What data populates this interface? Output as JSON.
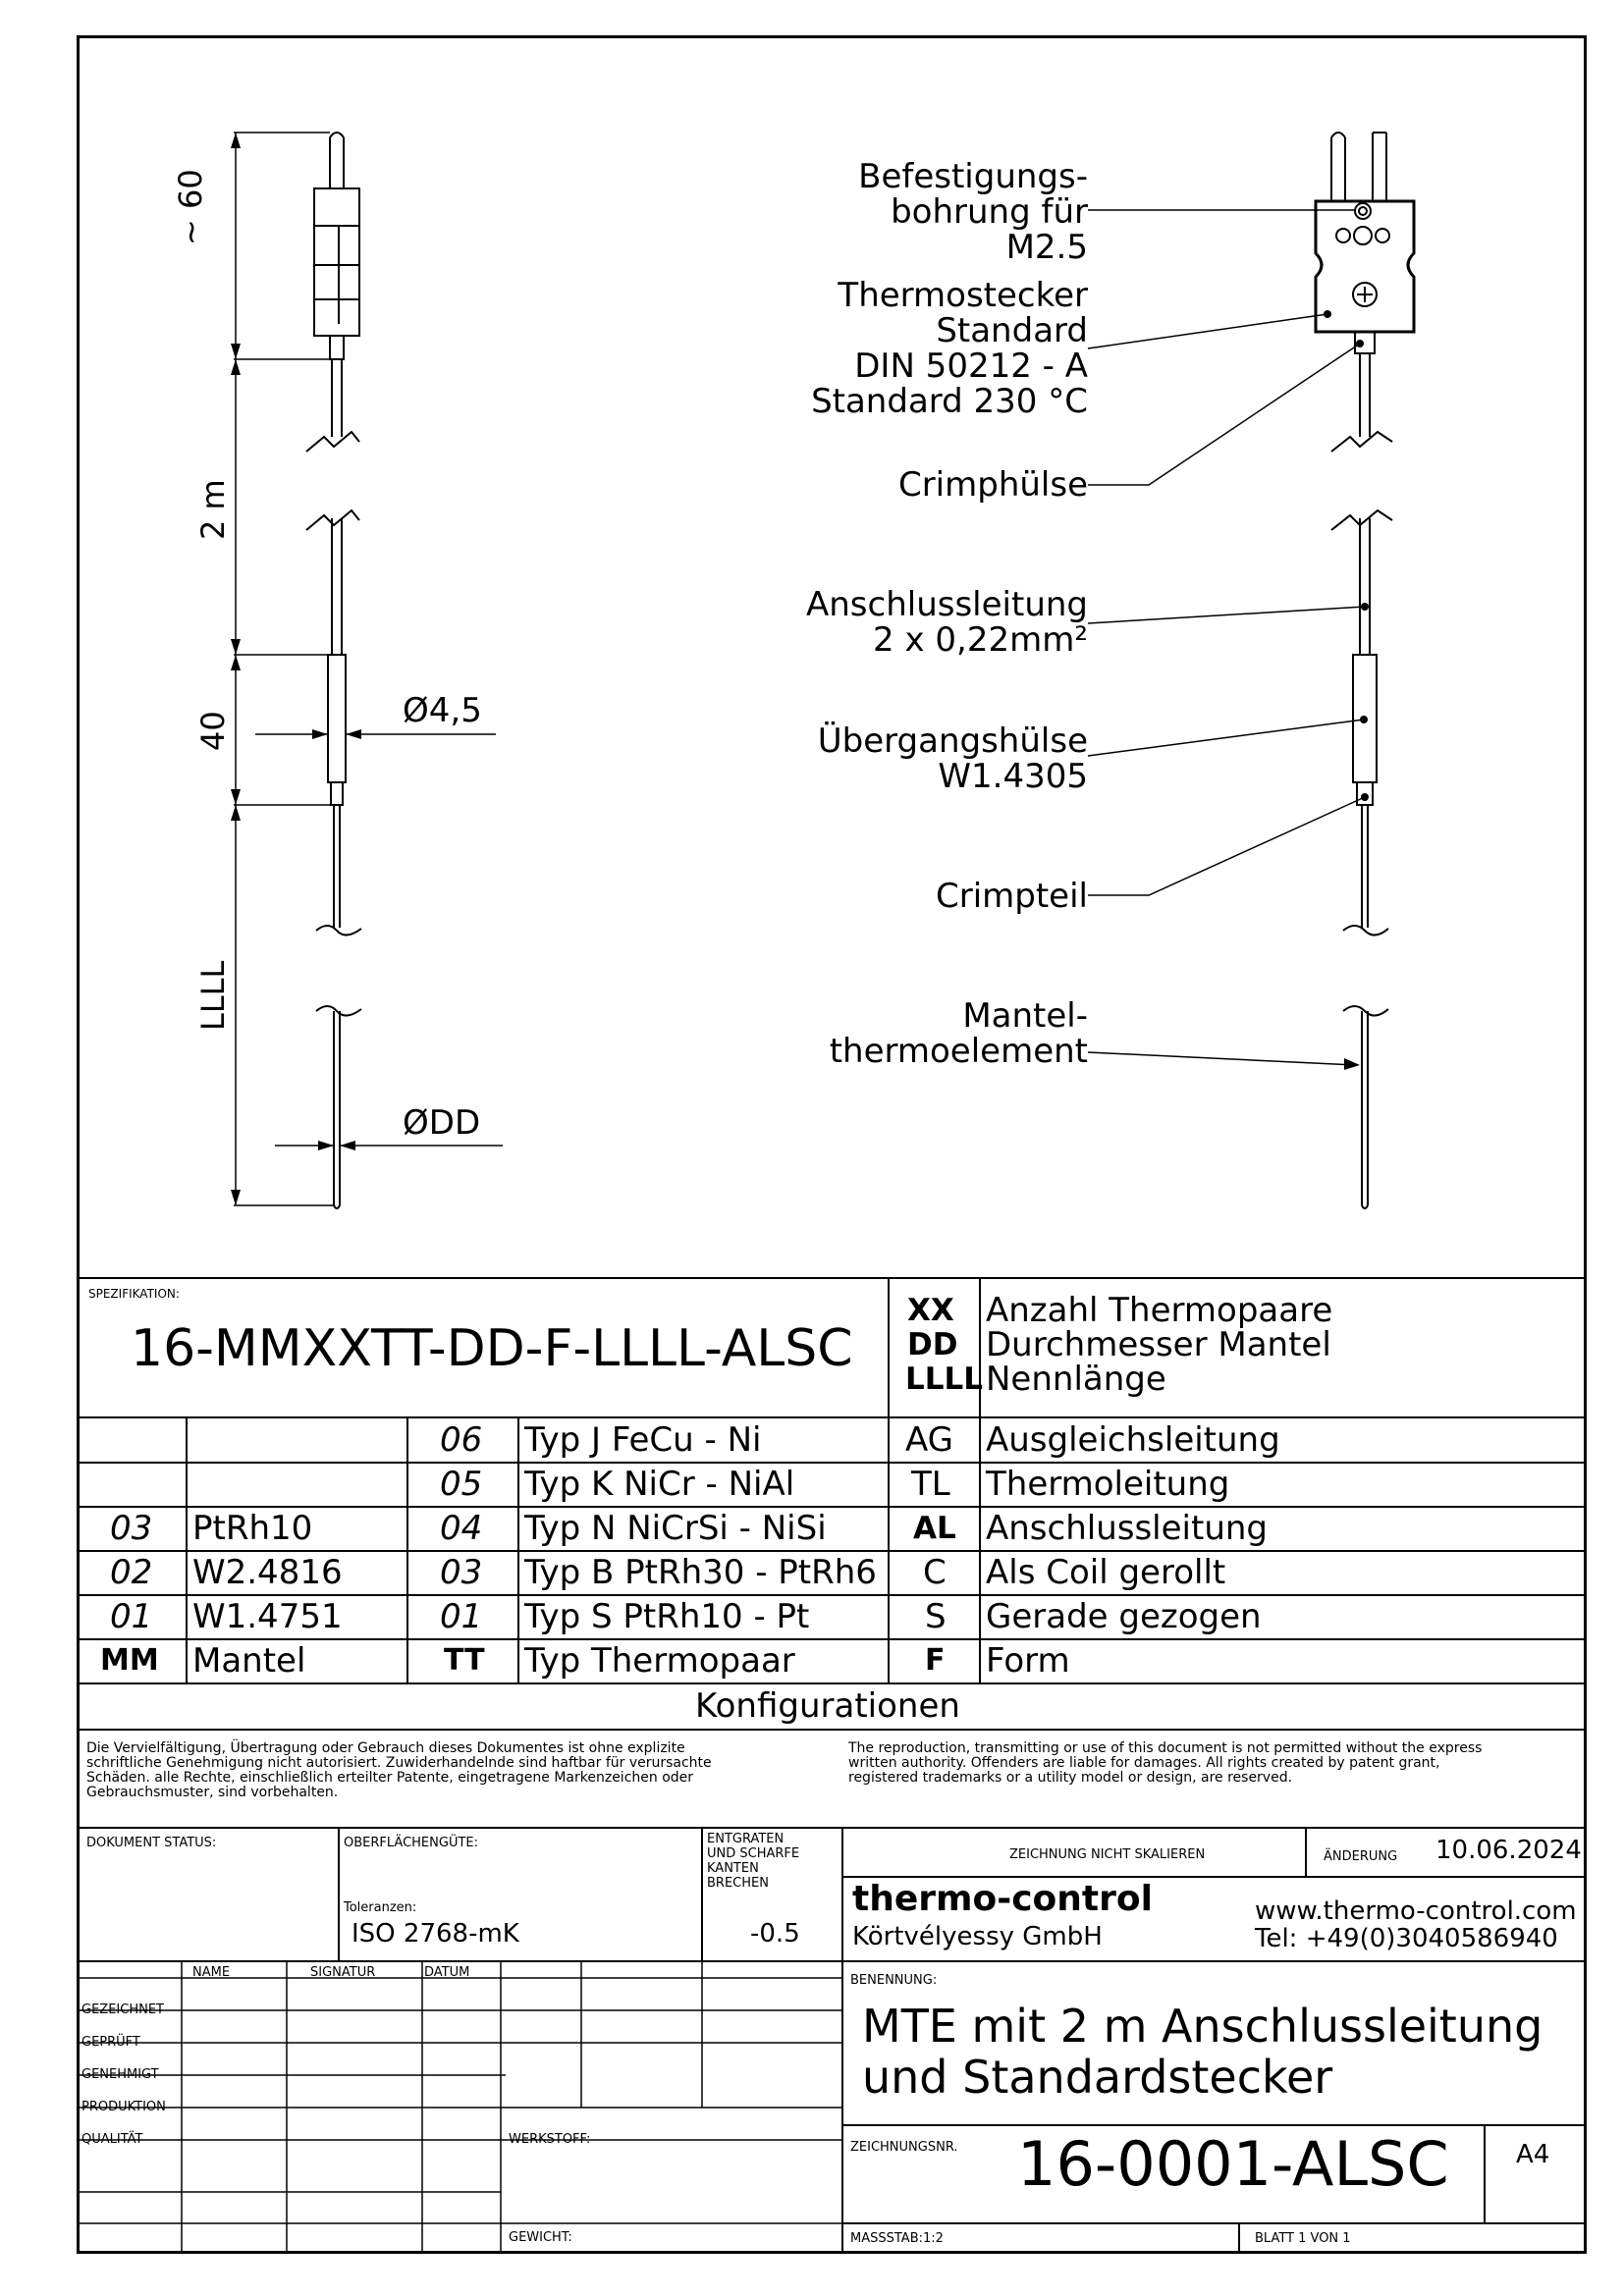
{
  "drawing": {
    "dims": {
      "d60": "~ 60",
      "d2m": "2 m",
      "d40": "40",
      "dL": "LLLL",
      "dia45": "Ø4,5",
      "diaDD": "ØDD"
    },
    "callouts": {
      "befestigung": [
        "Befestigungs-",
        "bohrung für",
        "M2.5"
      ],
      "stecker": [
        "Thermostecker",
        "Standard",
        "DIN 50212 - A",
        "Standard 230 °C"
      ],
      "crimphuelse": [
        "Crimphülse"
      ],
      "anschluss": [
        "Anschlussleitung",
        "2 x 0,22mm²"
      ],
      "uebergang": [
        "Übergangshülse",
        "W1.4305"
      ],
      "crimpteil": [
        "Crimpteil"
      ],
      "mantel": [
        "Mantel-",
        "thermoelement"
      ]
    }
  },
  "spec": {
    "label": "SPEZIFIKATION:",
    "code": "16-MMXXTT-DD-F-LLLL-ALSC",
    "legend": [
      {
        "key": "XX",
        "desc": "Anzahl Thermopaare"
      },
      {
        "key": "DD",
        "desc": "Durchmesser Mantel"
      },
      {
        "key": "LLLL",
        "desc": "Nennlänge"
      }
    ]
  },
  "config": {
    "rows": [
      {
        "mm": "",
        "mat": "",
        "tt": "06",
        "type": "Typ J FeCu - Ni",
        "f": "AG",
        "form": "Ausgleichsleitung"
      },
      {
        "mm": "",
        "mat": "",
        "tt": "05",
        "type": "Typ K NiCr - NiAl",
        "f": "TL",
        "form": "Thermoleitung"
      },
      {
        "mm": "03",
        "mat": "PtRh10",
        "tt": "04",
        "type": "Typ N NiCrSi - NiSi",
        "f": "AL",
        "form": "Anschlussleitung"
      },
      {
        "mm": "02",
        "mat": "W2.4816",
        "tt": "03",
        "type": "Typ B PtRh30 - PtRh6",
        "f": "C",
        "form": "Als Coil gerollt"
      },
      {
        "mm": "01",
        "mat": "W1.4751",
        "tt": "01",
        "type": "Typ S PtRh10 - Pt",
        "f": "S",
        "form": "Gerade gezogen"
      }
    ],
    "header": {
      "mm": "MM",
      "mat": "Mantel",
      "tt": "TT",
      "type": "Typ Thermopaar",
      "f": "F",
      "form": "Form"
    },
    "title": "Konfigurationen"
  },
  "notice": {
    "de": [
      "Die Vervielfältigung, Übertragung oder Gebrauch dieses Dokumentes ist ohne explizite",
      "schriftliche Genehmigung nicht autorisiert. Zuwiderhandelnde sind haftbar für verursachte",
      "Schäden. alle Rechte, einschließlich erteilter Patente, eingetragene Markenzeichen oder",
      "Gebrauchsmuster, sind vorbehalten."
    ],
    "en": [
      "The reproduction, transmitting or use of this document is not permitted without the express",
      "written authority. Offenders are liable for damages. All rights created by patent grant,",
      "registered trademarks or a utility model or design, are reserved."
    ]
  },
  "titleblock": {
    "dok_status": "DOKUMENT STATUS:",
    "oberflaeche": "OBERFLÄCHENGÜTE:",
    "toleranzen_label": "Toleranzen:",
    "toleranzen": "ISO 2768-mK",
    "entgraten": [
      "ENTGRATEN",
      "UND SCHARFE",
      "KANTEN",
      "BRECHEN"
    ],
    "entgraten_val": "-0.5",
    "nicht_skalieren": "ZEICHNUNG NICHT SKALIEREN",
    "aenderung_label": "ÄNDERUNG",
    "aenderung": "10.06.2024",
    "company": "thermo-control",
    "company_sub": "Körtvélyessy GmbH",
    "web": "www.thermo-control.com",
    "tel": "Tel: +49(0)3040586940",
    "cols": {
      "name": "NAME",
      "signatur": "SIGNATUR",
      "datum": "DATUM"
    },
    "roles": [
      "GEZEICHNET",
      "GEPRÜFT",
      "GENEHMIGT",
      "PRODUKTION",
      "QUALITÄT"
    ],
    "benennung_label": "BENENNUNG:",
    "benennung": [
      "MTE mit 2 m Anschlussleitung",
      "und Standardstecker"
    ],
    "werkstoff": "WERKSTOFF:",
    "gewicht": "GEWICHT:",
    "zeichnungsnr_label": "ZEICHNUNGSNR.",
    "zeichnungsnr": "16-0001-ALSC",
    "format": "A4",
    "massstab": "MASSSTAB:1:2",
    "blatt": "BLATT 1 VON 1"
  }
}
